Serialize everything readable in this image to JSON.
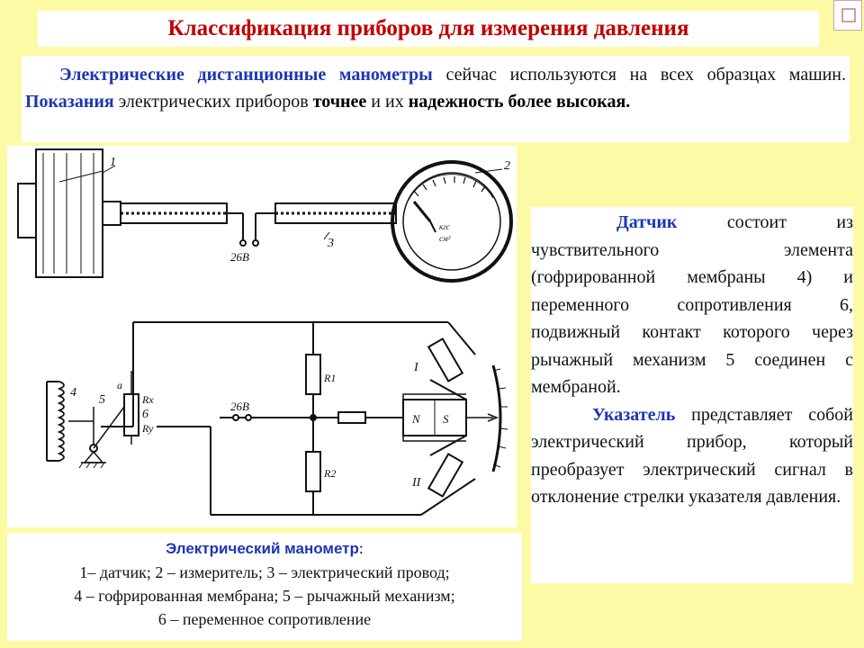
{
  "title": "Классификация приборов для измерения давления",
  "intro": {
    "lead_bold": "Электрические дистанционные манометры",
    "part1": " сейчас используются на всех образцах машин. ",
    "bold2": "Показания",
    "part2": " электрических приборов ",
    "bold3": "точнее",
    "part3": " и их ",
    "bold4": "надежность более высокая."
  },
  "diagram": {
    "labels": {
      "n1": "1",
      "n2": "2",
      "n3": "3",
      "n4": "4",
      "n5": "5",
      "n6": "6",
      "v26_top": "26В",
      "v26_mid": "26В",
      "a": "а",
      "rx": "Rx",
      "ry": "Ry",
      "r1": "R1",
      "r2": "R2",
      "coil1": "I",
      "coil2": "II",
      "mag_n": "N",
      "mag_s": "S",
      "gauge_unit_top": "кгс",
      "gauge_unit_bottom": "см²"
    }
  },
  "caption": {
    "title": "Электрический манометр",
    "title_colon": ":",
    "line1": "1– датчик; 2 – измеритель; 3 – электрический провод;",
    "line2": "4 – гофрированная мембрана; 5 – рычажный механизм;",
    "line3": "6 – переменное сопротивление"
  },
  "side": {
    "p1_bold": "Датчик",
    "p1_text": " состоит из чувствительного элемента (гофрированной мембраны 4) и переменного сопротивления 6, подвижный контакт которого через рычажный механизм 5 соединен с мембраной.",
    "p2_bold": "Указатель",
    "p2_text": " представляет собой электрический прибор, который преобразует электрический сигнал в отклонение стрелки указателя давления."
  },
  "colors": {
    "background": "#fdfaa6",
    "title_red": "#c00000",
    "accent_blue": "#1c36b2"
  }
}
